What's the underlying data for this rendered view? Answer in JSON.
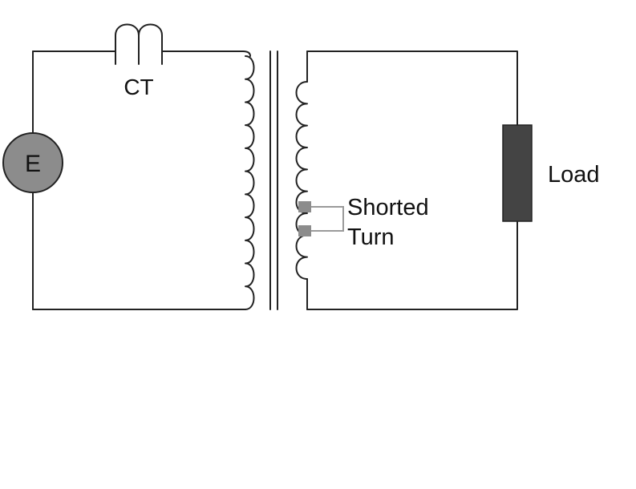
{
  "labels": {
    "ct": "CT",
    "source": "E",
    "load": "Load",
    "shorted_line1": "Shorted",
    "shorted_line2": "Turn"
  },
  "colors": {
    "wire": "#222222",
    "source_fill": "#8c8c8c",
    "load_fill": "#444444",
    "short_terminal": "#8c8c8c",
    "short_wire": "#9a9a9a"
  },
  "components": {
    "primary_coil_loops": 11,
    "secondary_coil_loops": 9,
    "ct_loops": 2
  }
}
